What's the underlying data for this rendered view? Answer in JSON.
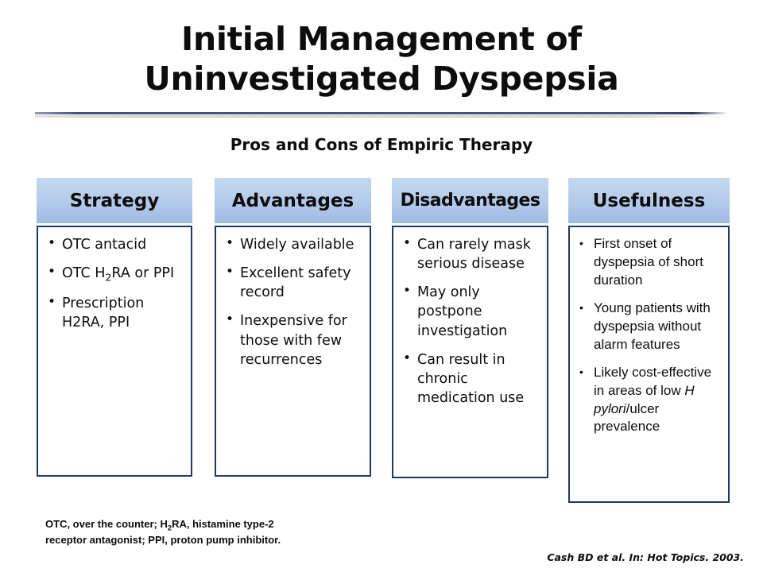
{
  "slide": {
    "title": "Initial Management of Uninvestigated Dyspepsia",
    "subtitle": "Pros and Cons of Empiric Therapy",
    "footnote_line1_a": "OTC, over the counter; H",
    "footnote_line1_sub": "2",
    "footnote_line1_b": "RA, histamine type-2",
    "footnote_line2": "receptor antagonist; PPI, proton pump inhibitor.",
    "citation": "Cash BD et al. In: Hot Topics. 2003."
  },
  "colors": {
    "header_fill_top": "#c5d7ef",
    "header_fill_bottom": "#9dbbe2",
    "box_border": "#1f3864",
    "rule_blue": "#41547f",
    "rule_tan": "#decfbb",
    "text": "#0d0d0d"
  },
  "table": {
    "columns": [
      {
        "header": "Strategy",
        "items": [
          {
            "parts": [
              {
                "text": "OTC antacid"
              }
            ]
          },
          {
            "parts": [
              {
                "text": "OTC H"
              },
              {
                "text": "2",
                "style": "sub"
              },
              {
                "text": "RA or PPI"
              }
            ]
          },
          {
            "parts": [
              {
                "text": "Prescription H2RA, PPI"
              }
            ]
          }
        ]
      },
      {
        "header": "Advantages",
        "items": [
          {
            "parts": [
              {
                "text": "Widely available"
              }
            ]
          },
          {
            "parts": [
              {
                "text": "Excellent safety record"
              }
            ]
          },
          {
            "parts": [
              {
                "text": "Inexpensive for those with few recurrences"
              }
            ]
          }
        ]
      },
      {
        "header": "Disadvantages",
        "items": [
          {
            "parts": [
              {
                "text": "Can rarely mask serious disease"
              }
            ]
          },
          {
            "parts": [
              {
                "text": "May only postpone investigation"
              }
            ]
          },
          {
            "parts": [
              {
                "text": "Can result in chronic medication use"
              }
            ]
          }
        ]
      },
      {
        "header": "Usefulness",
        "items": [
          {
            "parts": [
              {
                "text": "First onset of dyspepsia of short duration"
              }
            ]
          },
          {
            "parts": [
              {
                "text": "Young patients with dyspepsia without alarm features"
              }
            ]
          },
          {
            "parts": [
              {
                "text": "Likely cost-effective in areas of low "
              },
              {
                "text": "H pylori",
                "style": "ital"
              },
              {
                "text": "/ulcer prevalence"
              }
            ]
          }
        ]
      }
    ]
  }
}
